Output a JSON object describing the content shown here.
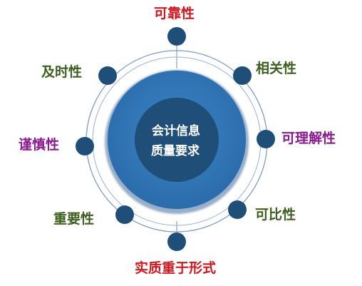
{
  "center": {
    "line1": "会计信息",
    "line2": "质量要求"
  },
  "labels": {
    "top": "可靠性",
    "top_right": "相关性",
    "right": "可理解性",
    "bottom_right": "可比性",
    "bottom": "实质重于形式",
    "bottom_left": "重要性",
    "left": "谨慎性",
    "top_left": "及时性"
  },
  "colors": {
    "red": "#d0171e",
    "green": "#3d5f1f",
    "purple": "#8a1a8f",
    "node_fill": "#1f4e79",
    "center_fill": "#2e75b6",
    "ring": "#4a78b0"
  }
}
